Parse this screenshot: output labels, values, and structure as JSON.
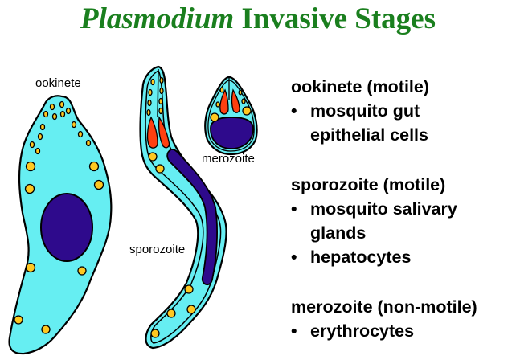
{
  "title": {
    "italic": "Plasmodium",
    "rest": " Invasive Stages"
  },
  "labels": {
    "ookinete": "ookinete",
    "sporozoite": "sporozoite",
    "merozoite": "merozoite"
  },
  "stages": [
    {
      "heading": "ookinete (motile)",
      "targets": [
        "mosquito gut epithelial cells"
      ],
      "target_lines": [
        [
          "mosquito gut",
          "epithelial cells"
        ]
      ]
    },
    {
      "heading": "sporozoite (motile)",
      "targets": [
        "mosquito salivary glands",
        "hepatocytes"
      ],
      "target_lines": [
        [
          "mosquito salivary",
          "glands"
        ],
        [
          "hepatocytes"
        ]
      ]
    },
    {
      "heading": "merozoite (non-motile)",
      "targets": [
        "erythrocytes"
      ],
      "target_lines": [
        [
          "erythrocytes"
        ]
      ]
    }
  ],
  "bullet": "•",
  "colors": {
    "title": "#1a7f1e",
    "cytoplasm": "#66eef2",
    "nucleus": "#2e0a8c",
    "rhoptry": "#ff4010",
    "granule": "#ffc820"
  }
}
